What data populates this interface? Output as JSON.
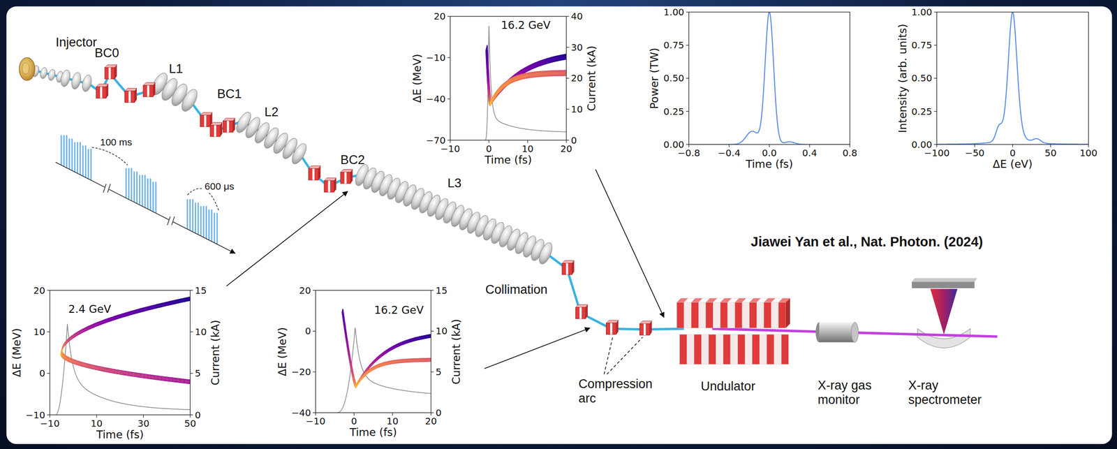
{
  "diagram": {
    "labels": [
      "Injector",
      "BC0",
      "L1",
      "BC1",
      "L2",
      "100 ms",
      "600 μs",
      "BC2",
      "L3",
      "16.2 GeV",
      "20",
      "−10",
      "−40",
      "−70",
      "ΔE (MeV)",
      "−10",
      "0",
      "10",
      "20",
      "Time (fs)",
      "40",
      "30",
      "20",
      "10",
      "0",
      "Current (kA)",
      "1.00",
      "0.75",
      "0.50",
      "0.25",
      "0.00",
      "Power (TW)",
      "−0.8",
      "−0.4",
      "0.0",
      "0.4",
      "0.8",
      "Time (fs)",
      "1.00",
      "0.75",
      "0.50",
      "0.25",
      "0.00",
      "Intensity (arb. units)",
      "−100",
      "−50",
      "0",
      "50",
      "100",
      "ΔE (eV)",
      "Jiawei Yan et al., Nat. Photon. (2024)",
      "Collimation",
      "2.4 GeV",
      "20",
      "10",
      "0",
      "−10",
      "ΔE (MeV)",
      "−10",
      "10",
      "30",
      "50",
      "Time (fs)",
      "15",
      "10",
      "5",
      "0",
      "Current (kA)",
      "16.2 GeV",
      "20",
      "0",
      "−20",
      "−40",
      "ΔE (MeV)",
      "−10",
      "0",
      "10",
      "20",
      "Time (fs)",
      "15",
      "10",
      "5",
      "0",
      "Current (kA)",
      "Compression arc",
      "Undulator",
      "X-ray gas monitor",
      "X-ray spectrometer"
    ]
  }
}
